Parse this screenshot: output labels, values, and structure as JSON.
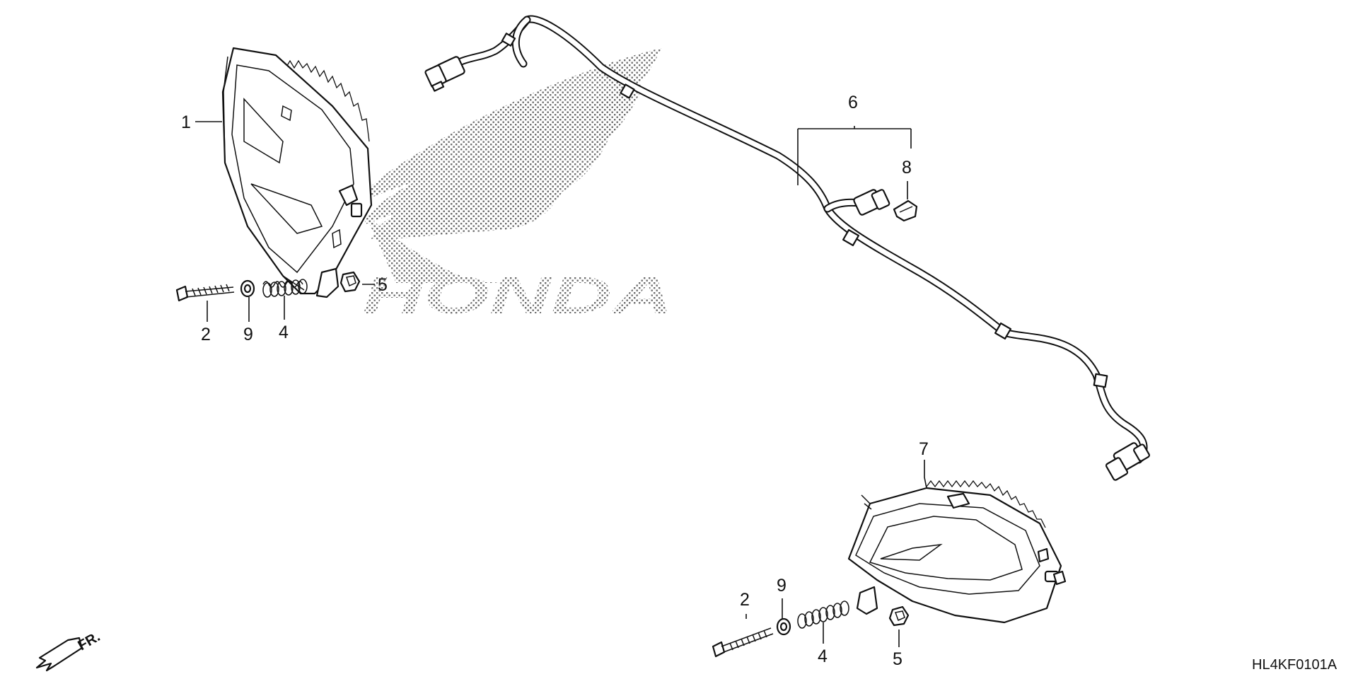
{
  "diagram": {
    "watermark_text": "HONDA",
    "diagram_code": "HL4KF0101A",
    "front_indicator": "FR.",
    "callouts": {
      "top_headlight": "1",
      "top_bolt": "2",
      "top_washer": "9",
      "top_spring": "4",
      "top_nut": "5",
      "harness": "6",
      "bottom_headlight": "7",
      "harness_clip": "8",
      "bottom_bolt": "2",
      "bottom_washer": "9",
      "bottom_spring": "4",
      "bottom_nut": "5"
    }
  }
}
